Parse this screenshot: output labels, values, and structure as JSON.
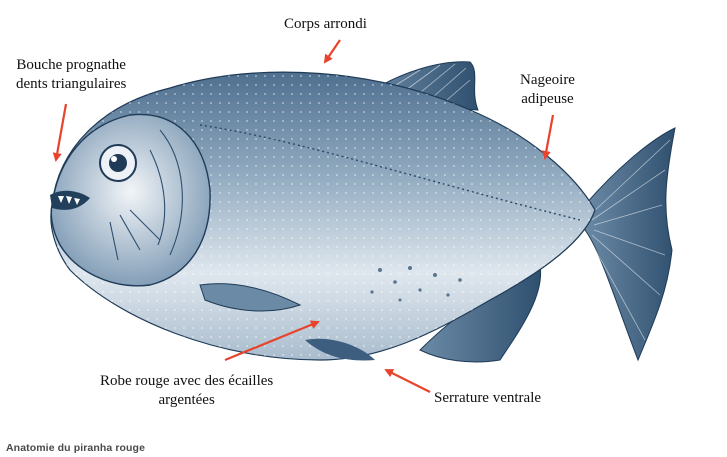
{
  "labels": {
    "corps": "Corps arrondi",
    "bouche_line1": "Bouche prognathe",
    "bouche_line2": "dents triangulaires",
    "nageoire_line1": "Nageoire",
    "nageoire_line2": "adipeuse",
    "robe_line1": "Robe rouge avec des écailles",
    "robe_line2": "argentées",
    "serrature": "Serrature ventrale"
  },
  "caption": "Anatomie du piranha rouge",
  "colors": {
    "arrow": "#e8432c",
    "fish_dark": "#2e4f6f",
    "fish_mid": "#6d8ca8",
    "fish_light": "#d9e2ea"
  }
}
